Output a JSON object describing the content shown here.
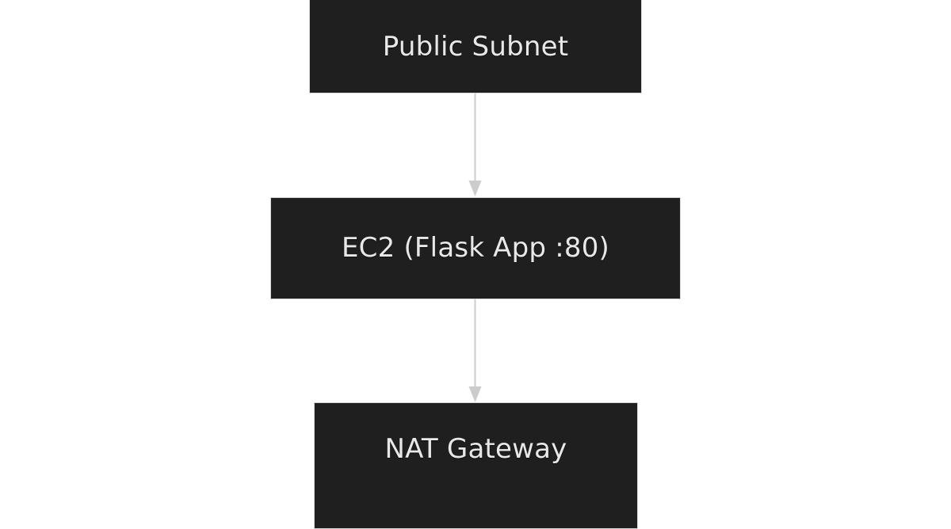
{
  "diagram": {
    "type": "flowchart",
    "direction": "top-to-bottom",
    "background_color": "#ffffff",
    "node_fill_color": "#1f1f1f",
    "node_border_color": "#d6d6d6",
    "node_text_color": "#e8e8e8",
    "edge_color": "#cccccc",
    "nodes": [
      {
        "id": "public-subnet",
        "label": "Public Subnet"
      },
      {
        "id": "ec2",
        "label": "EC2 (Flask App :80)"
      },
      {
        "id": "nat-gateway",
        "label": "NAT Gateway"
      }
    ],
    "edges": [
      {
        "from": "public-subnet",
        "to": "ec2",
        "arrow": "arrowhead-down"
      },
      {
        "from": "ec2",
        "to": "nat-gateway",
        "arrow": "arrowhead-down"
      }
    ]
  }
}
